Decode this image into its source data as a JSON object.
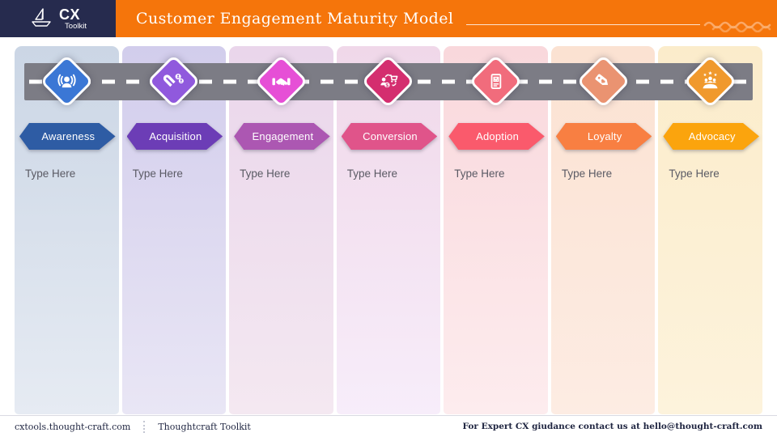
{
  "header": {
    "brand_primary": "CX",
    "brand_secondary": "Toolkit",
    "title": "Customer Engagement Maturity Model",
    "colors": {
      "bar_orange": "#F5750B",
      "logo_navy": "#262B4E",
      "squiggle": "#FBB277"
    }
  },
  "road": {
    "color": "#7C7C85",
    "dash_color": "#FFFFFF"
  },
  "stages": [
    {
      "name": "Awareness",
      "placeholder": "Type Here",
      "icon": "broadcast-person-icon",
      "colors": {
        "diamond": "#3B77D5",
        "banner": "#2E5CA4",
        "col_top": "#CBD6E5",
        "col_bottom": "#E6EBF3"
      }
    },
    {
      "name": "Acquisition",
      "placeholder": "Type Here",
      "icon": "magnet-users-icon",
      "colors": {
        "diamond": "#9059DD",
        "banner": "#6C3DB6",
        "col_top": "#D2CDEC",
        "col_bottom": "#E9E6F5"
      }
    },
    {
      "name": "Engagement",
      "placeholder": "Type Here",
      "icon": "handshake-icon",
      "colors": {
        "diamond": "#E64FD6",
        "banner": "#AC57B2",
        "col_top": "#EAD6EB",
        "col_bottom": "#F4E8F1"
      }
    },
    {
      "name": "Conversion",
      "placeholder": "Type Here",
      "icon": "purchase-conversion-icon",
      "colors": {
        "diamond": "#D42E6F",
        "banner": "#E0548A",
        "col_top": "#F0D8E9",
        "col_bottom": "#F7EDFA"
      }
    },
    {
      "name": "Adoption",
      "placeholder": "Type Here",
      "icon": "checklist-icon",
      "colors": {
        "diamond": "#F16C7C",
        "banner": "#FA5A6C",
        "col_top": "#F9D8DC",
        "col_bottom": "#FDECEE"
      }
    },
    {
      "name": "Loyalty",
      "placeholder": "Type Here",
      "icon": "loyalty-tag-icon",
      "colors": {
        "diamond": "#EA9371",
        "banner": "#F87F42",
        "col_top": "#FBE2D2",
        "col_bottom": "#FDECE3"
      }
    },
    {
      "name": "Advocacy",
      "placeholder": "Type Here",
      "icon": "advocacy-hand-icon",
      "colors": {
        "diamond": "#F0992D",
        "banner": "#FBA40D",
        "col_top": "#FBECCB",
        "col_bottom": "#FDF3DC"
      }
    }
  ],
  "footer": {
    "site": "cxtools.thought-craft.com",
    "brand": "Thoughtcraft Toolkit",
    "contact": "For Expert CX giudance contact us at hello@thought-craft.com"
  }
}
